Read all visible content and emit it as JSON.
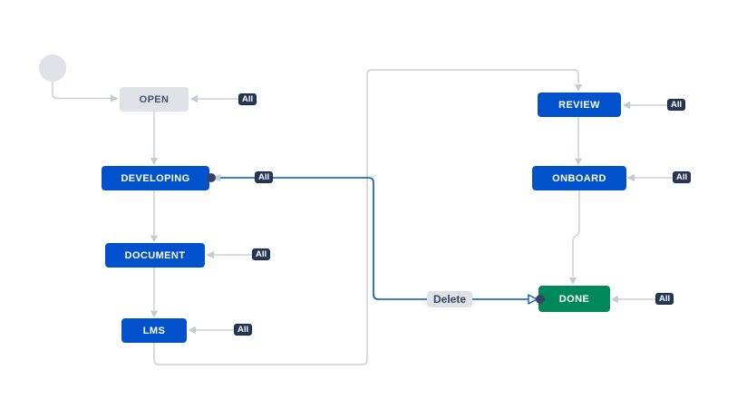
{
  "workflow": {
    "initial_node": {
      "name": "start"
    },
    "statuses": [
      {
        "label": "OPEN",
        "category": "todo",
        "bg": "#DFE1E6",
        "text": "#42526E"
      },
      {
        "label": "DEVELOPING",
        "category": "in-progress",
        "bg": "#0052CC",
        "text": "#FFFFFF"
      },
      {
        "label": "DOCUMENT",
        "category": "in-progress",
        "bg": "#0052CC",
        "text": "#FFFFFF"
      },
      {
        "label": "LMS",
        "category": "in-progress",
        "bg": "#0052CC",
        "text": "#FFFFFF"
      },
      {
        "label": "REVIEW",
        "category": "in-progress",
        "bg": "#0052CC",
        "text": "#FFFFFF"
      },
      {
        "label": "ONBOARD",
        "category": "in-progress",
        "bg": "#0052CC",
        "text": "#FFFFFF"
      },
      {
        "label": "DONE",
        "category": "done",
        "bg": "#00875A",
        "text": "#FFFFFF"
      }
    ],
    "transitions": [
      {
        "label": "All",
        "target": "OPEN",
        "type": "global"
      },
      {
        "label": "All",
        "target": "DEVELOPING",
        "type": "global"
      },
      {
        "label": "All",
        "target": "DOCUMENT",
        "type": "global"
      },
      {
        "label": "All",
        "target": "LMS",
        "type": "global"
      },
      {
        "label": "All",
        "target": "REVIEW",
        "type": "global"
      },
      {
        "label": "All",
        "target": "ONBOARD",
        "type": "global"
      },
      {
        "label": "All",
        "target": "DONE",
        "type": "global"
      },
      {
        "label": "Delete",
        "from": "DEVELOPING",
        "target": "DONE",
        "type": "directed",
        "selected": true
      }
    ],
    "flow_transitions": [
      {
        "from": "START",
        "to": "OPEN"
      },
      {
        "from": "OPEN",
        "to": "DEVELOPING"
      },
      {
        "from": "DEVELOPING",
        "to": "DOCUMENT"
      },
      {
        "from": "DOCUMENT",
        "to": "LMS"
      },
      {
        "from": "LMS",
        "to": "REVIEW"
      },
      {
        "from": "REVIEW",
        "to": "ONBOARD"
      },
      {
        "from": "ONBOARD",
        "to": "DONE"
      }
    ],
    "colors": {
      "status_todo_bg": "#DFE1E6",
      "status_todo_text": "#42526E",
      "status_inprogress_bg": "#0052CC",
      "status_done_bg": "#00875A",
      "status_text_light": "#FFFFFF",
      "badge_bg": "#253858",
      "badge_text": "#FFFFFF",
      "delete_label_bg": "#DFE1E6",
      "delete_label_text": "#344563",
      "connector_gray": "#CBD0D8",
      "connector_blue": "#0052CC",
      "endpoint_dot": "#344563",
      "initial_node_bg": "#DFE1E6",
      "canvas_bg": "#FFFFFF"
    }
  }
}
